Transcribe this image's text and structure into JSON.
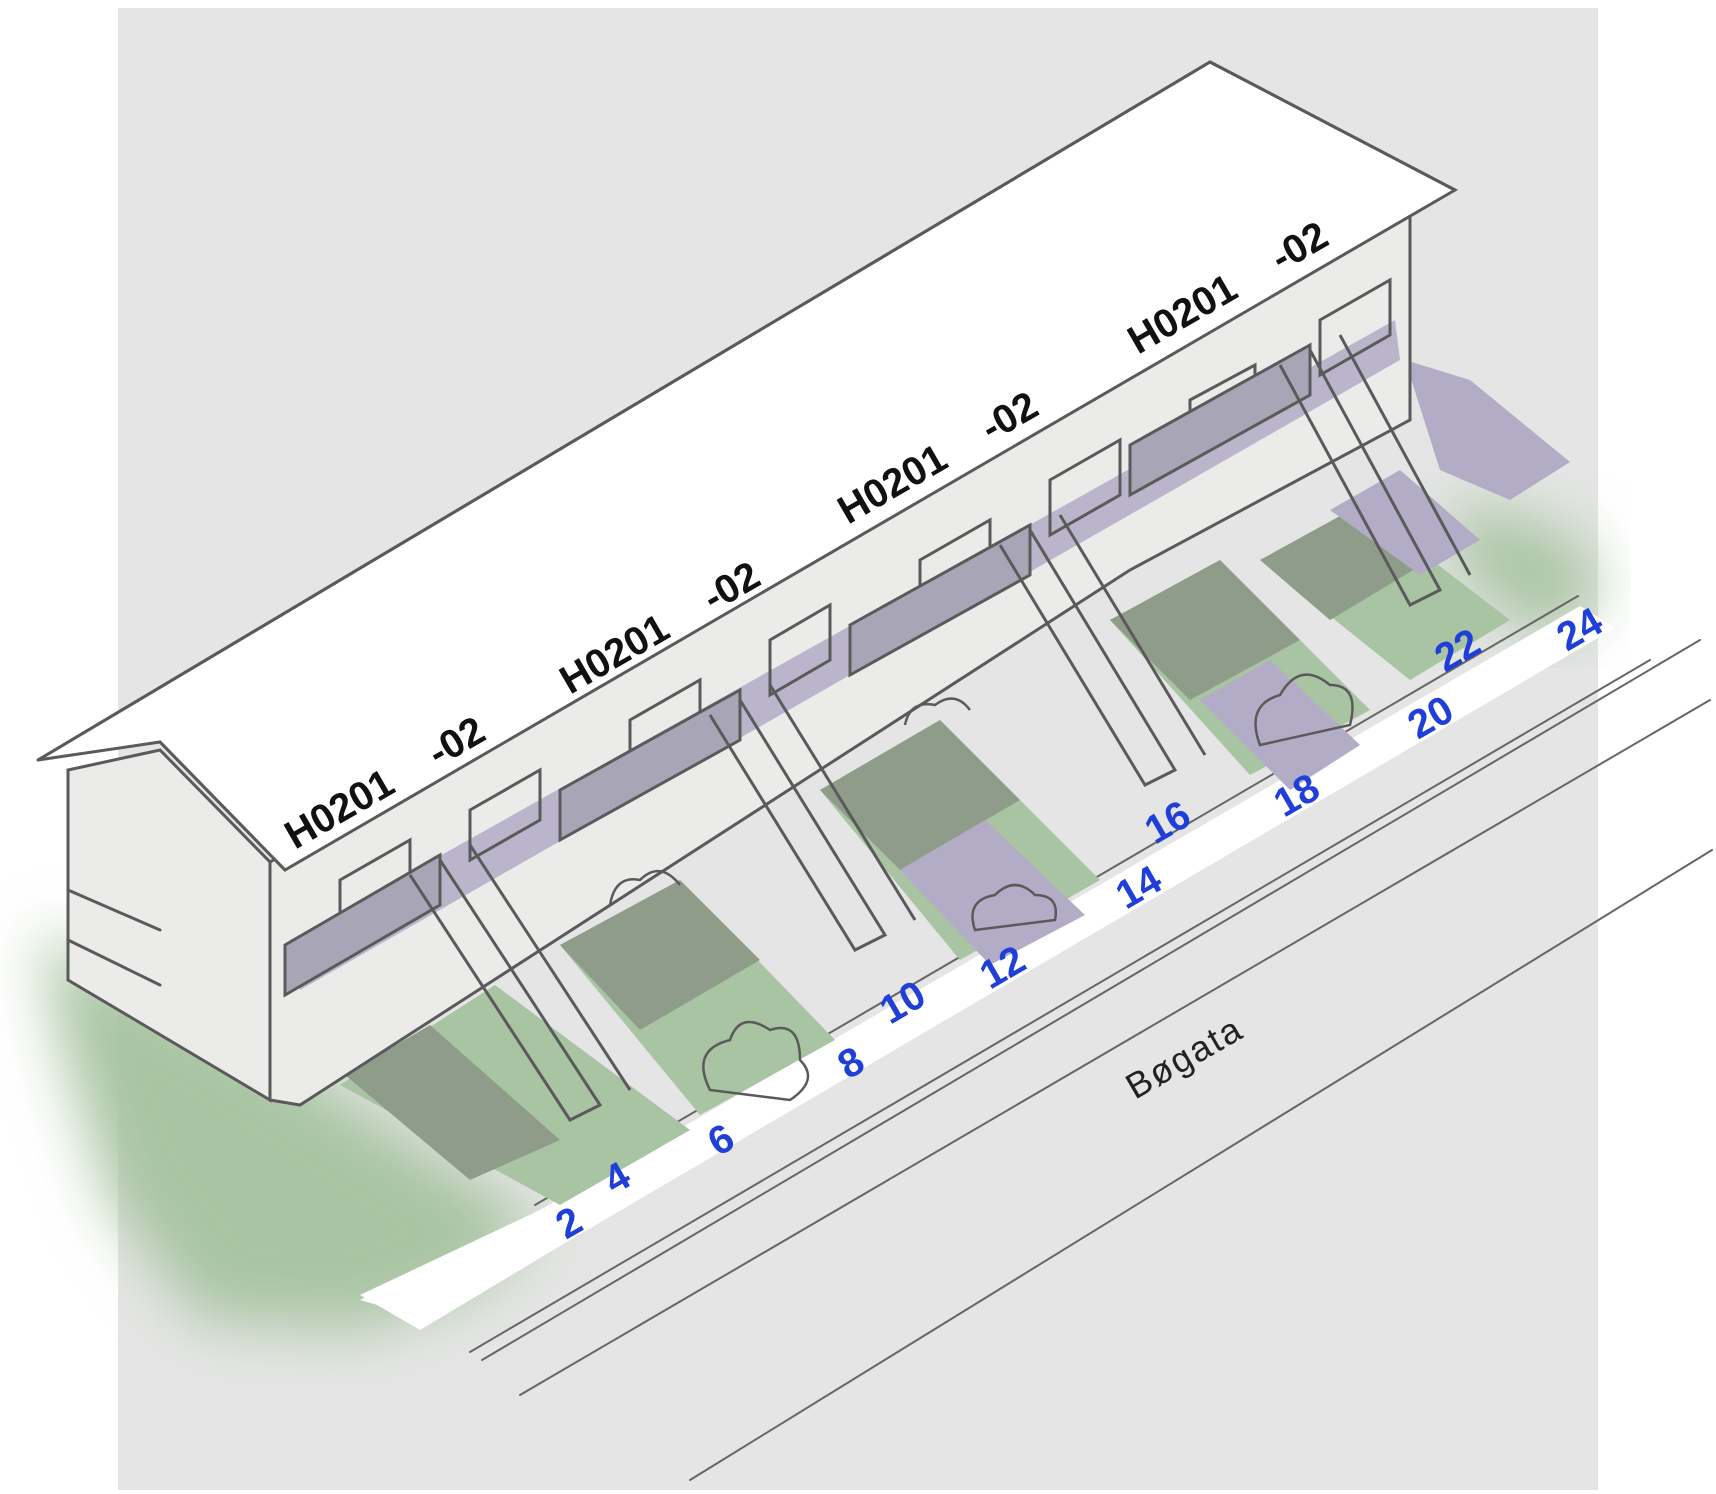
{
  "colors": {
    "background_panel": "#e4e5e4",
    "street": "#e4e5e4",
    "sidewalk": "#ffffff",
    "facade": "#ebebea",
    "roof": "#ffffff",
    "lawn": "#a8c4a2",
    "lawn_shade": "#8f9c8a",
    "shadow_purple": "#b3acc6",
    "balcony_glass": "#a7a5b6",
    "outline": "#5a5a5a",
    "unit_label": "#111111",
    "house_number": "#1f3fd8"
  },
  "unit_labels": [
    {
      "id": "H0201",
      "suffix": "-02"
    },
    {
      "id": "H0201",
      "suffix": "-02"
    },
    {
      "id": "H0201",
      "suffix": "-02"
    },
    {
      "id": "H0201",
      "suffix": "-02"
    }
  ],
  "house_numbers": [
    "2",
    "4",
    "6",
    "8",
    "10",
    "12",
    "14",
    "16",
    "18",
    "20",
    "22",
    "24"
  ],
  "street_name": "Bøgata"
}
